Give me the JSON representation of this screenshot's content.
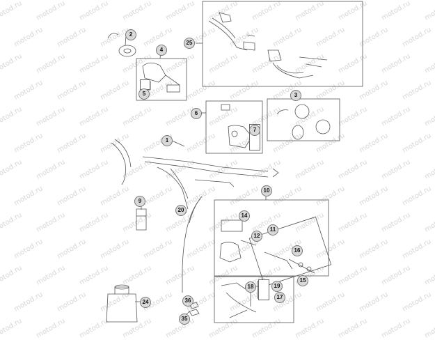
{
  "watermark": {
    "text": "motod.ru"
  },
  "callouts": [
    {
      "id": "c-1",
      "label": "1"
    },
    {
      "id": "c-2",
      "label": "2"
    },
    {
      "id": "c-3",
      "label": "3"
    },
    {
      "id": "c-4",
      "label": "4"
    },
    {
      "id": "c-5",
      "label": "5"
    },
    {
      "id": "c-6",
      "label": "6"
    },
    {
      "id": "c-7",
      "label": "7"
    },
    {
      "id": "c-9",
      "label": "9"
    },
    {
      "id": "c-10",
      "label": "10"
    },
    {
      "id": "c-11",
      "label": "11"
    },
    {
      "id": "c-12",
      "label": "12"
    },
    {
      "id": "c-14",
      "label": "14"
    },
    {
      "id": "c-15",
      "label": "15"
    },
    {
      "id": "c-16",
      "label": "16"
    },
    {
      "id": "c-17",
      "label": "17"
    },
    {
      "id": "c-18",
      "label": "18"
    },
    {
      "id": "c-19",
      "label": "19"
    },
    {
      "id": "c-20",
      "label": "20"
    },
    {
      "id": "c-24",
      "label": "24"
    },
    {
      "id": "c-25",
      "label": "25"
    },
    {
      "id": "c-35",
      "label": "35"
    },
    {
      "id": "c-36",
      "label": "36"
    }
  ]
}
